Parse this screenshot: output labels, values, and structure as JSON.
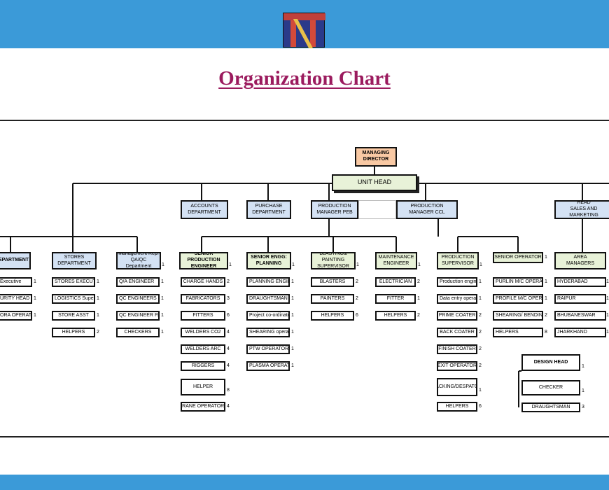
{
  "page": {
    "title": "Organization Chart"
  },
  "colors": {
    "banner": "#3b9ad8",
    "title": "#9b1b5e",
    "director": "#f9c9a4",
    "unit_head": "#e8f2d8",
    "department": "#d4e2f4",
    "lead": "#e8f2d8"
  },
  "chart": {
    "director": "MANAGING\nDIRECTOR",
    "unit_head": "UNIT HEAD",
    "departments": {
      "accounts": "ACCOUNTS\nDEPARTMENT",
      "purchase": "PURCHASE\nDEPARTMENT",
      "prod_peb": "PRODUCTION\nMANAGER PEB",
      "prod_ccl": "PRODUCTION\nMANAGER CCL",
      "sales": "HEAD\nSALES AND MARKETING"
    },
    "leads": {
      "department": "DEPARTMENT",
      "stores": "STORES\nDEPARTMENT",
      "mgmt": "Management Rep:\nQA/QC Department",
      "mgmt_count": "1",
      "spe": "SENIOR PRODUCTION\nENGINEER",
      "spe_count": "1",
      "se": "SENIOR ENGG:\nPLANNING",
      "se_count": "1",
      "bp": "BLASTING& PAINTING\nSUPERVISOR",
      "bp_count": "1",
      "me": "MAINTENANCE\nENGINEER",
      "me_count": "1",
      "ps": "PRODUCTION\nSUPERVISOR",
      "ps_count": "1",
      "so": "SENIOR OPERATOR",
      "so_count": "1",
      "am": "AREA\nMANAGERS"
    },
    "columns": {
      "dept": [
        {
          "label": "Executive",
          "count": "1"
        },
        {
          "label": "URITY HEAD",
          "count": "1"
        },
        {
          "label": "ORA OPERATOR",
          "count": "1"
        }
      ],
      "stores": [
        {
          "label": "STORES  EXECUTIVE",
          "count": "1"
        },
        {
          "label": "LOGISTICS Supervisor",
          "count": "1"
        },
        {
          "label": "STORE ASST",
          "count": "1"
        },
        {
          "label": "HELPERS",
          "count": "2"
        }
      ],
      "qa": [
        {
          "label": "Q/A ENGINEER",
          "count": "1"
        },
        {
          "label": "QC ENGINEERS FAB",
          "count": "1"
        },
        {
          "label": "QC ENGINEER PAINT",
          "count": "1"
        },
        {
          "label": "CHECKERS",
          "count": "1"
        }
      ],
      "spe": [
        {
          "label": "CHARGE HANDS",
          "count": "2"
        },
        {
          "label": "FABRICATORS",
          "count": "3"
        },
        {
          "label": "FITTERS",
          "count": "6"
        },
        {
          "label": "WELDERS  CO2",
          "count": "4"
        },
        {
          "label": "WELDERS ARC",
          "count": "4"
        },
        {
          "label": "RIGGERS",
          "count": "4"
        },
        {
          "label": "HELPER",
          "count": "8"
        },
        {
          "label": "CRANE OPERATORS",
          "count": "4"
        }
      ],
      "se": [
        {
          "label": "PLANNING ENGINEER",
          "count": "1"
        },
        {
          "label": "DRAUGHTSMAN",
          "count": "1"
        },
        {
          "label": "Project co-ordinator",
          "count": "1"
        },
        {
          "label": "SHEARING operator",
          "count": "1"
        },
        {
          "label": "PTW OPERATOR",
          "count": "1"
        },
        {
          "label": "PLASMA OPERATOR",
          "count": "1"
        }
      ],
      "bp": [
        {
          "label": "BLASTERS",
          "count": "2"
        },
        {
          "label": "PAINTERS",
          "count": "2"
        },
        {
          "label": "HELPERS",
          "count": "6"
        }
      ],
      "me": [
        {
          "label": "ELECTRICIAN",
          "count": "2"
        },
        {
          "label": "FITTER",
          "count": "1"
        },
        {
          "label": "HELPERS",
          "count": "2"
        }
      ],
      "ps": [
        {
          "label": "Production engineer",
          "count": "1"
        },
        {
          "label": "Data entry operator",
          "count": "1"
        },
        {
          "label": "PRIME COATER",
          "count": "2"
        },
        {
          "label": "BACK COATER",
          "count": "2"
        },
        {
          "label": "FINISH COATER",
          "count": "2"
        },
        {
          "label": "EXIT OPERATOR",
          "count": "2"
        },
        {
          "label": "PACKING/DESPATCH",
          "count": "1"
        },
        {
          "label": "HELPERS",
          "count": "6"
        }
      ],
      "so": [
        {
          "label": "PURLIN M/C OPERATOR",
          "count": "1"
        },
        {
          "label": "PROFILE M/C OPERATOR",
          "count": "1"
        },
        {
          "label": "SHEARING/ BENDING",
          "count": "2"
        },
        {
          "label": "HELPERS",
          "count": "8"
        }
      ],
      "am": [
        {
          "label": "HYDERABAD",
          "count": "1"
        },
        {
          "label": "RAIPUR",
          "count": "1"
        },
        {
          "label": "BHUBANESWAR",
          "count": "1"
        },
        {
          "label": "JHARKHAND",
          "count": "1"
        }
      ],
      "design": [
        {
          "label": "DESIGN  HEAD",
          "count": "1"
        },
        {
          "label": "CHECKER",
          "count": "1"
        },
        {
          "label": "DRAUGHTSMAN",
          "count": "3"
        }
      ]
    }
  }
}
